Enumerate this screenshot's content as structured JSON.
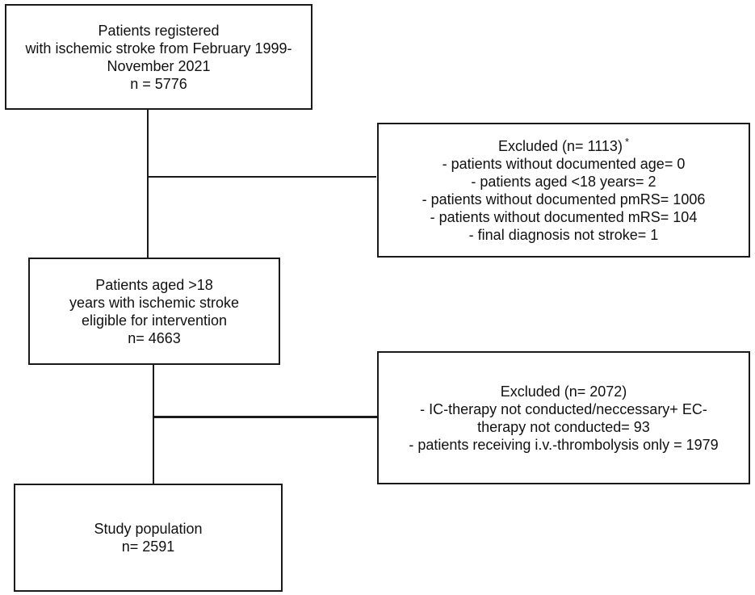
{
  "boxes": {
    "registered": {
      "lines": [
        "Patients registered",
        "with ischemic stroke from February 1999-",
        "November 2021",
        "n = 5776"
      ]
    },
    "excluded_1": {
      "title": "Excluded (n= 1113)",
      "marker": "*",
      "lines": [
        "- patients without documented age= 0",
        "- patients aged <18 years= 2",
        "- patients without documented pmRS= 1006",
        "- patients without documented mRS= 104",
        "- final diagnosis not stroke= 1"
      ]
    },
    "eligible": {
      "lines": [
        "Patients aged >18",
        "years with ischemic stroke",
        "eligible for intervention",
        "n= 4663"
      ]
    },
    "excluded_2": {
      "lines": [
        "Excluded (n= 2072)",
        "- IC-therapy not conducted/neccessary+ EC-",
        "therapy not conducted= 93",
        "- patients receiving i.v.-thrombolysis only = 1979"
      ]
    },
    "study": {
      "lines": [
        "Study population",
        "n= 2591"
      ]
    }
  }
}
